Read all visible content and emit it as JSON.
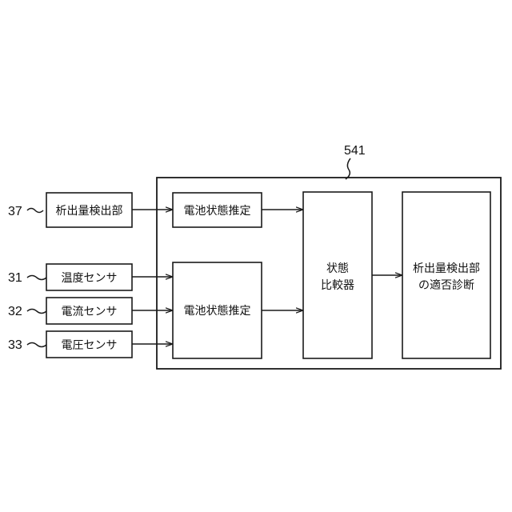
{
  "diagram": {
    "container_ref": "541",
    "inputs": [
      {
        "ref": "37",
        "label": "析出量検出部"
      },
      {
        "ref": "31",
        "label": "温度センサ"
      },
      {
        "ref": "32",
        "label": "電流センサ"
      },
      {
        "ref": "33",
        "label": "電圧センサ"
      }
    ],
    "estimator_top": "電池状態推定",
    "estimator_bottom": "電池状態推定",
    "comparator": {
      "line1": "状態",
      "line2": "比較器"
    },
    "diagnosis": {
      "line1": "析出量検出部",
      "line2": "の適否診断"
    }
  }
}
